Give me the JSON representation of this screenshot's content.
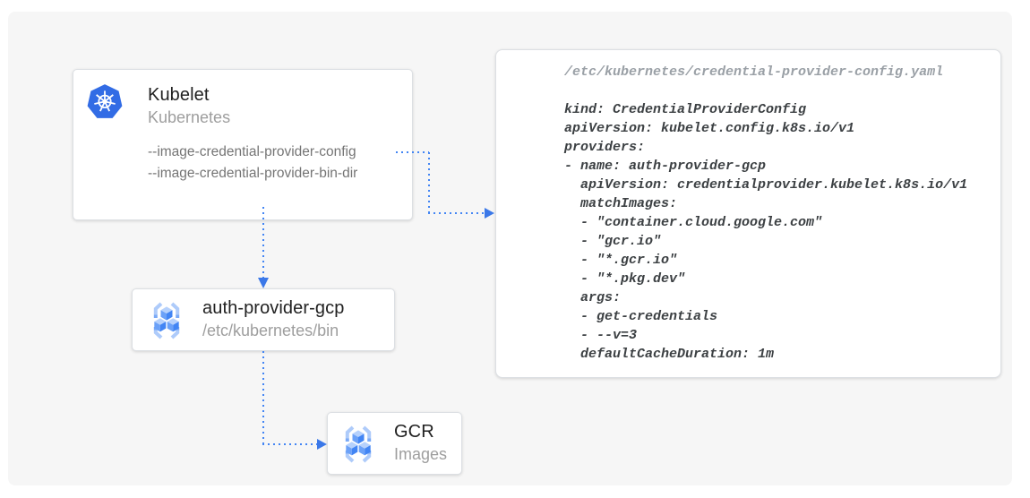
{
  "colors": {
    "kubernetes_blue": "#326ce5",
    "arrow_blue": "#4285f4",
    "arrowhead_blue": "#3b78e8",
    "panel_background": "#f6f6f6",
    "node_background": "#ffffff",
    "title_text": "#212121",
    "subtitle_text": "#9e9e9e",
    "flag_text": "#757575",
    "yaml_filename_text": "#9aa0a6",
    "yaml_code_text": "#3c4043"
  },
  "nodes": {
    "kubelet": {
      "title": "Kubelet",
      "subtitle": "Kubernetes",
      "icon": "kubernetes-helm-icon",
      "flags": [
        "--image-credential-provider-config",
        "--image-credential-provider-bin-dir"
      ]
    },
    "auth_provider": {
      "title": "auth-provider-gcp",
      "subtitle": "/etc/kubernetes/bin",
      "icon": "container-registry-icon"
    },
    "gcr": {
      "title": "GCR",
      "subtitle": "Images",
      "icon": "container-registry-icon"
    }
  },
  "config_file": {
    "filename": "/etc/kubernetes/credential-provider-config.yaml",
    "code": [
      "kind: CredentialProviderConfig",
      "apiVersion: kubelet.config.k8s.io/v1",
      "providers:",
      "- name: auth-provider-gcp",
      "  apiVersion: credentialprovider.kubelet.k8s.io/v1",
      "  matchImages:",
      "  - \"container.cloud.google.com\"",
      "  - \"gcr.io\"",
      "  - \"*.gcr.io\"",
      "  - \"*.pkg.dev\"",
      "  args:",
      "  - get-credentials",
      "  - --v=3",
      "  defaultCacheDuration: 1m"
    ]
  },
  "connections": [
    {
      "from": "--image-credential-provider-config",
      "to": "credential-provider-config.yaml",
      "style": "dotted-arrow"
    },
    {
      "from": "Kubelet",
      "to": "auth-provider-gcp",
      "style": "dotted-arrow"
    },
    {
      "from": "auth-provider-gcp",
      "to": "GCR",
      "style": "dotted-arrow"
    }
  ]
}
